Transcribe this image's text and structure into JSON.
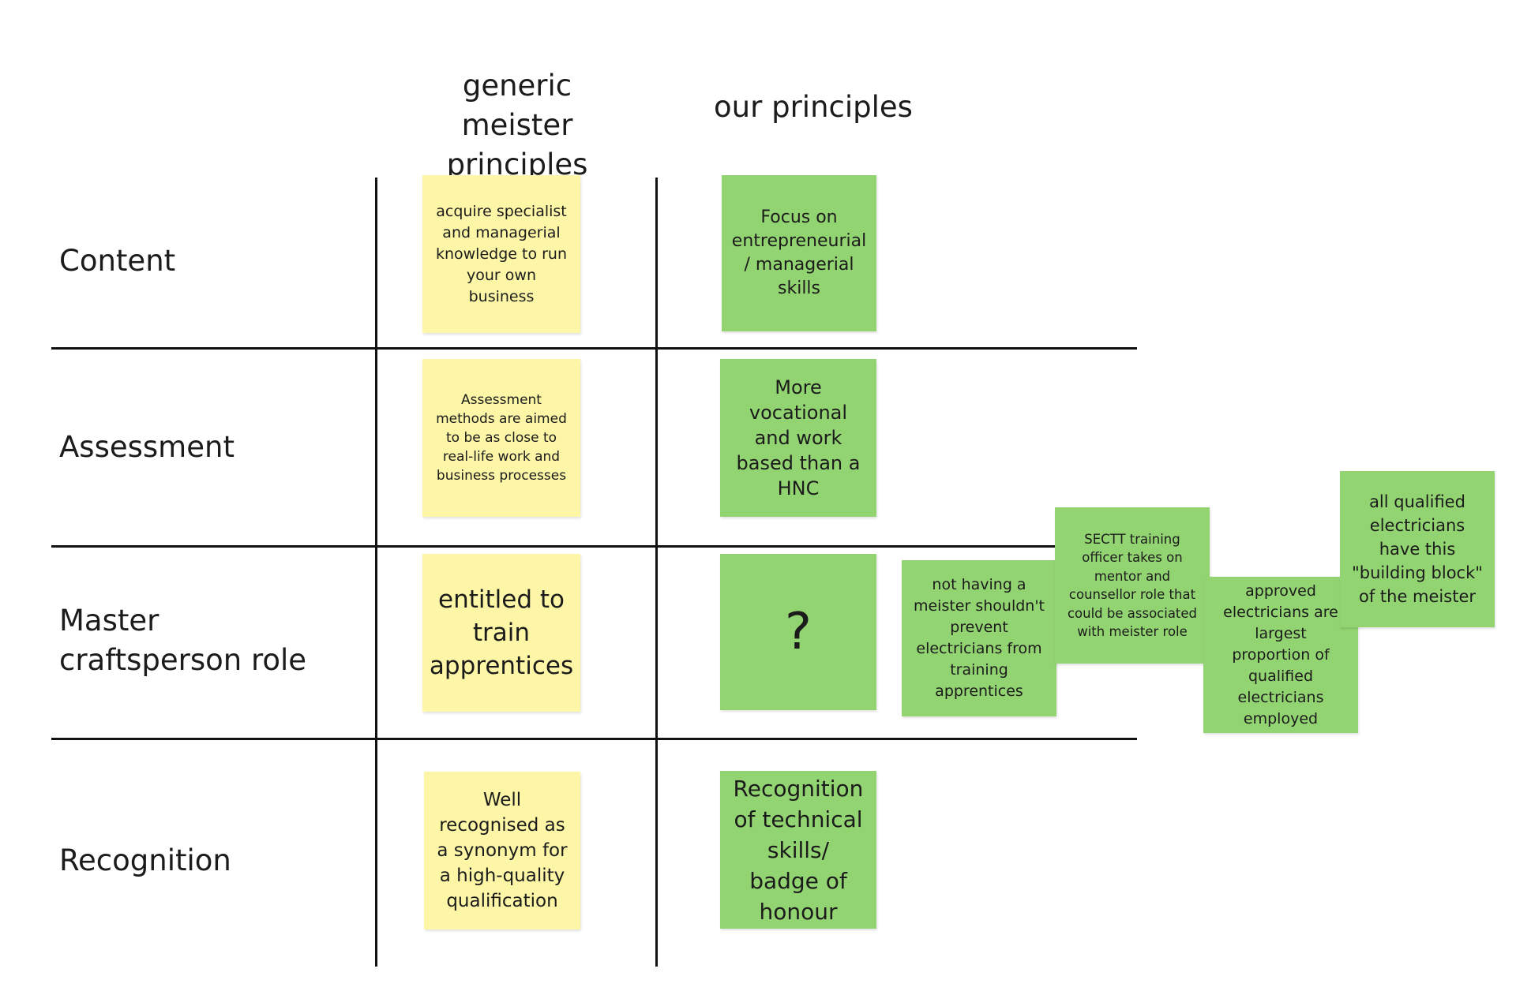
{
  "columns": {
    "generic": "generic meister principles",
    "ours": "our principles"
  },
  "rows": {
    "content": "Content",
    "assessment": "Assessment",
    "role": "Master craftsperson role",
    "recognition": "Recognition"
  },
  "notes": {
    "content_generic": "acquire specialist and managerial knowledge to run your own business",
    "content_ours": "Focus on entrepreneurial / managerial skills",
    "assessment_generic": "Assessment methods are aimed to be as close to real-life work and business processes",
    "assessment_ours": "More vocational and work based than a HNC",
    "role_generic": "entitled to train apprentices",
    "role_ours": "?",
    "role_extra_1": "not having a meister shouldn't prevent electricians from training apprentices",
    "role_extra_2": "SECTT training officer takes on mentor and counsellor role that could be associated with meister role",
    "role_extra_3": "approved electricians are largest proportion of qualified electricians employed",
    "role_extra_4": "all qualified electricians have this \"building block\" of the meister",
    "recognition_generic": "Well recognised as a synonym for a high-quality qualification",
    "recognition_ours": "Recognition of technical skills/ badge of honour"
  },
  "colors": {
    "yellow_note": "#fdf6a7",
    "green_note": "#93d472",
    "line": "#111111"
  }
}
